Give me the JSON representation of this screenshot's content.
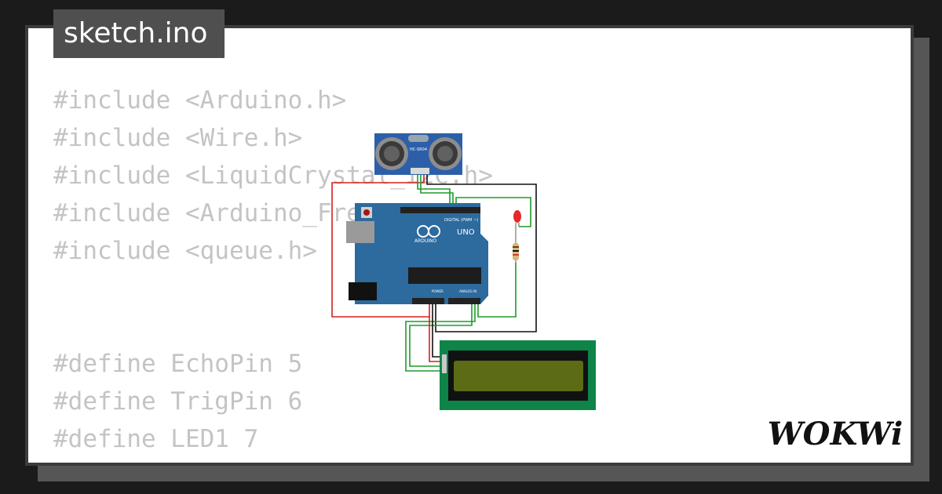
{
  "file_tab": {
    "label": "sketch.ino"
  },
  "code": {
    "lines": [
      "#include <Arduino.h>",
      "#include <Wire.h>",
      "#include <LiquidCrystal_I2C.h>",
      "#include <Arduino_FreeRTOS.h>",
      "#include <queue.h>",
      "",
      "",
      "#define EchoPin 5",
      "#define TrigPin 6",
      "#define LED1 7"
    ]
  },
  "brand": {
    "logo_text": "WOKWi"
  },
  "board": {
    "model_label": "UNO",
    "brand_label": "ARDUINO",
    "digital_label": "DIGITAL (PWM ~)",
    "power_label": "POWER",
    "analog_label": "ANALOG IN"
  },
  "sensor": {
    "label": "HC-SR04"
  },
  "colors": {
    "background": "#1b1b1b",
    "card": "#ffffff",
    "code_text": "#c4c4c4",
    "tab": "#4f4f4f",
    "board_blue": "#2d6a9e",
    "lcd_green": "#0e8449",
    "wire_red": "#d42020",
    "wire_green": "#1e9a2c",
    "wire_black": "#111111"
  }
}
